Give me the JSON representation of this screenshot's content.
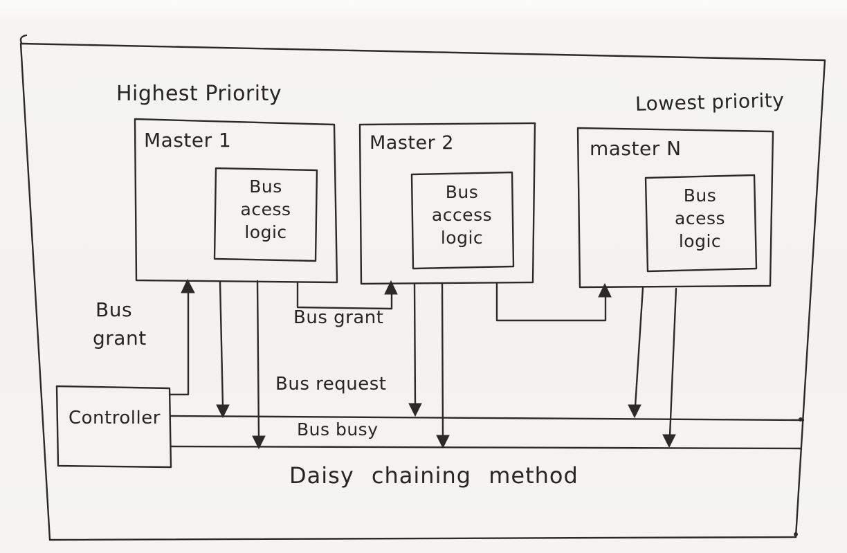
{
  "palette": {
    "paper": "#f3f2ee",
    "ink": "#2b2a28"
  },
  "header": {
    "highest_priority": "Highest Priority",
    "lowest_priority": "Lowest priority"
  },
  "masters": [
    {
      "title": "Master 1",
      "logic_lines": [
        "Bus",
        "acess",
        "logic"
      ]
    },
    {
      "title": "Master 2",
      "logic_lines": [
        "Bus",
        "access",
        "logic"
      ]
    },
    {
      "title": "master N",
      "logic_lines": [
        "Bus",
        "acess",
        "logic"
      ]
    }
  ],
  "controller": {
    "title": "Controller"
  },
  "signals": {
    "bus_grant_left_line1": "Bus",
    "bus_grant_left_line2": "grant",
    "bus_grant_chain": "Bus grant",
    "bus_request": "Bus request",
    "bus_busy": "Bus busy"
  },
  "caption": {
    "title": "Daisy chaining method"
  }
}
